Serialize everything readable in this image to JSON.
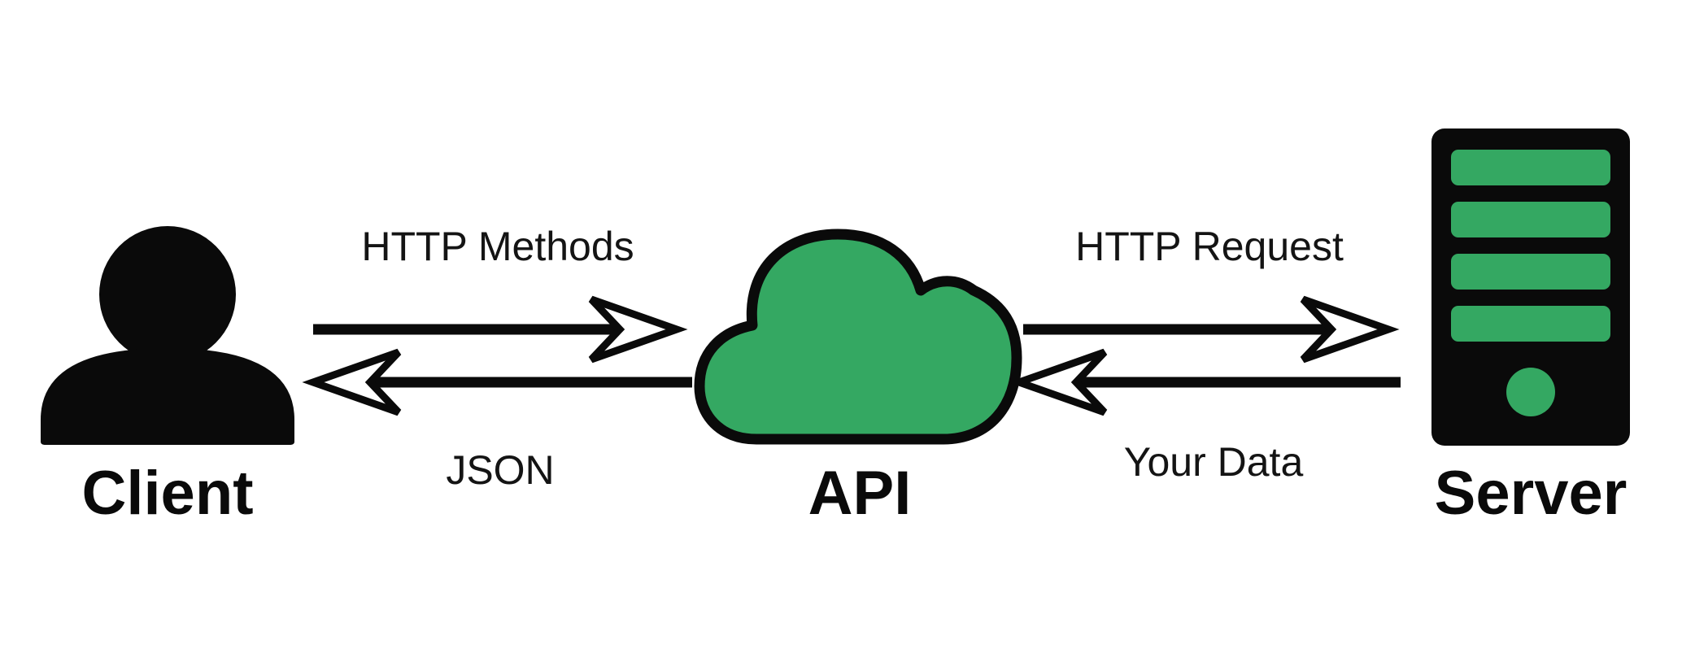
{
  "diagram": {
    "type": "flow-diagram",
    "nodes": {
      "client": {
        "label": "Client",
        "icon": "person-icon"
      },
      "api": {
        "label": "API",
        "icon": "cloud-icon"
      },
      "server": {
        "label": "Server",
        "icon": "server-icon"
      }
    },
    "arrows": [
      {
        "from": "Client",
        "to": "API",
        "label": "HTTP Methods",
        "direction": "right"
      },
      {
        "from": "API",
        "to": "Client",
        "label": "JSON",
        "direction": "left"
      },
      {
        "from": "API",
        "to": "Server",
        "label": "HTTP Request",
        "direction": "right"
      },
      {
        "from": "Server",
        "to": "API",
        "label": "Your Data",
        "direction": "left"
      }
    ],
    "colors": {
      "green": "#34a862",
      "black": "#0a0a0a",
      "background": "#ffffff"
    }
  }
}
